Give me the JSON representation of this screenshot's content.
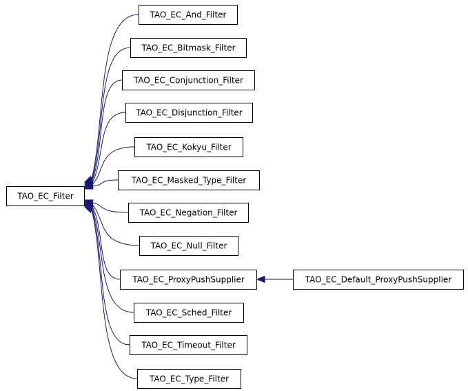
{
  "diagram": {
    "type": "inheritance-graph",
    "edge_color": "#191970",
    "box_border_color": "#000000",
    "box_fill_color": "#ffffff",
    "nodes": [
      {
        "id": "base",
        "label": "TAO_EC_Filter"
      },
      {
        "id": "and",
        "label": "TAO_EC_And_Filter"
      },
      {
        "id": "bitmask",
        "label": "TAO_EC_Bitmask_Filter"
      },
      {
        "id": "conjunction",
        "label": "TAO_EC_Conjunction_Filter"
      },
      {
        "id": "disjunction",
        "label": "TAO_EC_Disjunction_Filter"
      },
      {
        "id": "kokyu",
        "label": "TAO_EC_Kokyu_Filter"
      },
      {
        "id": "masked",
        "label": "TAO_EC_Masked_Type_Filter"
      },
      {
        "id": "negation",
        "label": "TAO_EC_Negation_Filter"
      },
      {
        "id": "null",
        "label": "TAO_EC_Null_Filter"
      },
      {
        "id": "proxy",
        "label": "TAO_EC_ProxyPushSupplier"
      },
      {
        "id": "sched",
        "label": "TAO_EC_Sched_Filter"
      },
      {
        "id": "timeout",
        "label": "TAO_EC_Timeout_Filter"
      },
      {
        "id": "type",
        "label": "TAO_EC_Type_Filter"
      },
      {
        "id": "defaultproxy",
        "label": "TAO_EC_Default_ProxyPushSupplier"
      }
    ],
    "edges": [
      {
        "from": "and",
        "to": "base"
      },
      {
        "from": "bitmask",
        "to": "base"
      },
      {
        "from": "conjunction",
        "to": "base"
      },
      {
        "from": "disjunction",
        "to": "base"
      },
      {
        "from": "kokyu",
        "to": "base"
      },
      {
        "from": "masked",
        "to": "base"
      },
      {
        "from": "negation",
        "to": "base"
      },
      {
        "from": "null",
        "to": "base"
      },
      {
        "from": "proxy",
        "to": "base"
      },
      {
        "from": "sched",
        "to": "base"
      },
      {
        "from": "timeout",
        "to": "base"
      },
      {
        "from": "type",
        "to": "base"
      },
      {
        "from": "defaultproxy",
        "to": "proxy"
      }
    ]
  }
}
